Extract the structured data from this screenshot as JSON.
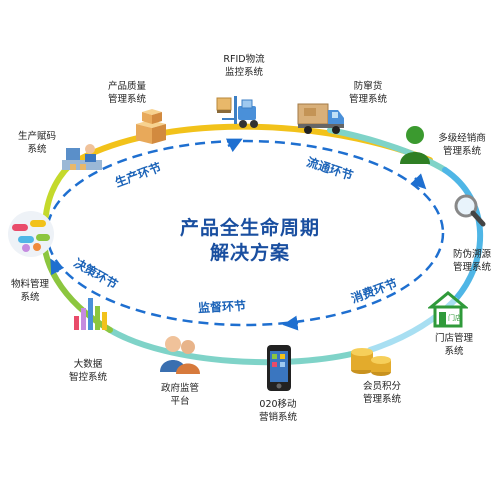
{
  "title": {
    "line1": "产品全生命周期",
    "line2": "解决方案"
  },
  "cycles": {
    "production": "生产环节",
    "circulation": "流通环节",
    "consumption": "消费环节",
    "supervision": "监督环节",
    "decision": "决策环节"
  },
  "systems": [
    {
      "key": "rfid",
      "line1": "RFID物流",
      "line2": "监控系统"
    },
    {
      "key": "quality",
      "line1": "产品质量",
      "line2": "管理系统"
    },
    {
      "key": "counterfeit_goods",
      "line1": "防窜货",
      "line2": "管理系统"
    },
    {
      "key": "coding",
      "line1": "生产赋码",
      "line2": "系统"
    },
    {
      "key": "dealer",
      "line1": "多级经销商",
      "line2": "管理系统"
    },
    {
      "key": "materials",
      "line1": "物料管理",
      "line2": "系统"
    },
    {
      "key": "traceability",
      "line1": "防伪溯源",
      "line2": "管理系统"
    },
    {
      "key": "store",
      "line1": "门店管理",
      "line2": "系统"
    },
    {
      "key": "bigdata",
      "line1": "大数据",
      "line2": "智控系统"
    },
    {
      "key": "government",
      "line1": "政府监管",
      "line2": "平台"
    },
    {
      "key": "o2o",
      "line1": "020移动",
      "line2": "营销系统"
    },
    {
      "key": "member",
      "line1": "会员积分",
      "line2": "管理系统"
    }
  ],
  "icon_texts": {
    "store_sign": "门店"
  },
  "colors": {
    "title": "#1a4fa0",
    "cycle_text": "#1b63b8",
    "dash_arrow": "#1e6fd0",
    "ring_yellow": "#f2c21a",
    "ring_green": "#8cc63f",
    "ring_teal": "#7fd3c8",
    "ring_cyan": "#4fb6e6"
  }
}
